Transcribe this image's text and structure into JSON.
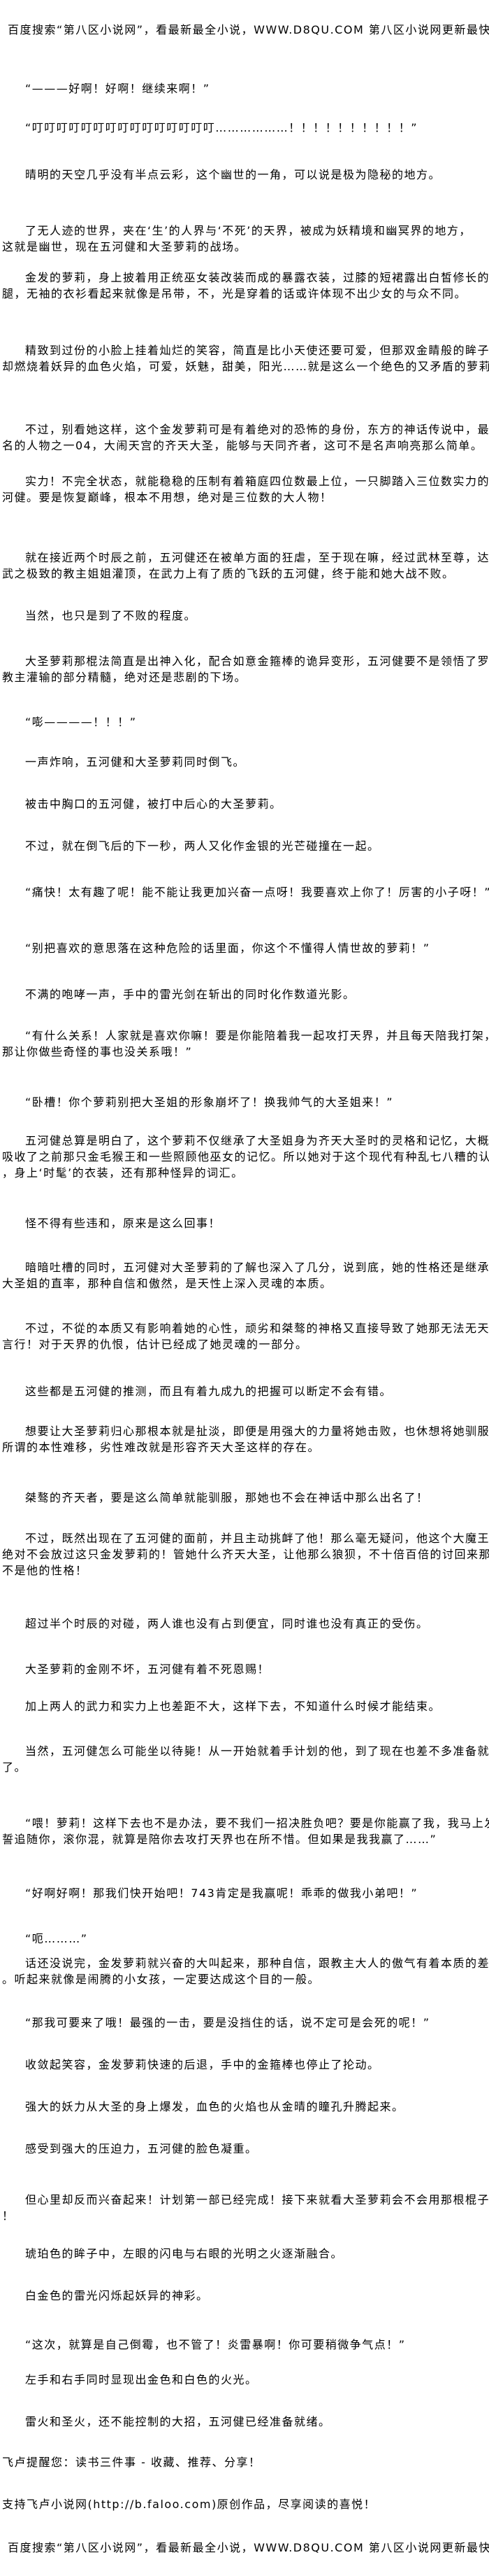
{
  "header": {
    "banner": "百度搜索“第八区小说网”，看最新最全小说，WWW.D8QU.COM  第八区小说网更新最快！"
  },
  "paragraphs": [
    [
      "“———好啊！好啊！继续来啊！”"
    ],
    [
      "“叮叮叮叮叮叮叮叮叮叮叮叮叮叮叮………………！！！！！！！！！！”"
    ],
    [
      "晴明的天空几乎没有半点云彩，这个幽世的一角，可以说是极为隐秘的地方。"
    ],
    [
      "了无人迹的世界，夹在‘生’的人界与‘不死’的天界，被成为妖精境和幽冥界的地方，",
      "这就是幽世，现在五河健和大圣萝莉的战场。"
    ],
    [
      "金发的萝莉，身上披着用正统巫女装改装而成的暴露衣装，过膝的短裙露出白皙修长的粉",
      "腿，无袖的衣衫看起来就像是吊带，不，光是穿着的话或许体现不出少女的与众不同。"
    ],
    [
      "精致到过份的小脸上挂着灿烂的笑容，简直是比小天使还要可爱，但那双金睛般的眸子中",
      "却燃烧着妖异的血色火焰，可爱，妖魅，甜美，阳光……就是这么一个绝色的又矛盾的萝莉。"
    ],
    [
      "不过，别看她这样，这个金发萝莉可是有着绝对的恐怖的身份，东方的神话传说中，最有",
      "名的人物之一04，大闹天宫的齐天大圣，能够与天同齐者，这可不是名声响亮那么简单。"
    ],
    [
      "实力！不完全状态，就能稳稳的压制有着箱庭四位数最上位，一只脚踏入三位数实力的五",
      "河健。要是恢复巅峰，根本不用想，绝对是三位数的大人物！"
    ],
    [
      "就在接近两个时辰之前，五河健还在被单方面的狂虐，至于现在嘛，经过武林至尊，达到",
      "武之极致的教主姐姐灌顶，在武力上有了质的飞跃的五河健，终于能和她大战不败。"
    ],
    [
      "当然，也只是到了不败的程度。"
    ],
    [
      "大圣萝莉那棍法简直是出神入化，配合如意金箍棒的诡异变形，五河健要不是领悟了罗濠",
      "教主灌输的部分精髓，绝对还是悲剧的下场。"
    ],
    [
      "“嘭————！！！”"
    ],
    [
      "一声炸响，五河健和大圣萝莉同时倒飞。"
    ],
    [
      "被击中胸口的五河健，被打中后心的大圣萝莉。"
    ],
    [
      "不过，就在倒飞后的下一秒，两人又化作金银的光芒碰撞在一起。"
    ],
    [
      "“痛快！太有趣了呢！能不能让我更加兴奋一点呀！我要喜欢上你了！厉害的小子呀！”"
    ],
    [
      "“别把喜欢的意思落在这种危险的话里面，你这个不懂得人情世故的萝莉！”"
    ],
    [
      "不满的咆哮一声，手中的雷光剑在斩出的同时化作数道光影。"
    ],
    [
      "“有什么关系！人家就是喜欢你嘛！要是你能陪着我一起攻打天界，并且每天陪我打架，",
      "那让你做些奇怪的事也没关系哦！”"
    ],
    [
      "“卧槽！你个萝莉别把大圣姐的形象崩坏了！换我帅气的大圣姐来！”"
    ],
    [
      "五河健总算是明白了，这个萝莉不仅继承了大圣姐身为齐天大圣时的灵格和记忆，大概也",
      "吸收了之前那只金毛猴王和一些照顾他巫女的记忆。所以她对于这个现代有种乱七八糟的认识",
      "，身上‘时髦’的衣装，还有那种怪异的词汇。"
    ],
    [
      "怪不得有些违和，原来是这么回事！"
    ],
    [
      "暗暗吐槽的同时，五河健对大圣萝莉的了解也深入了几分，说到底，她的性格还是继承了",
      "大圣姐的直率，那种自信和傲然，是天性上深入灵魂的本质。"
    ],
    [
      "不过，不從的本质又有影响着她的心性，顽劣和桀骜的神格又直接导致了她那无法无天的",
      "言行！对于天界的仇恨，估计已经成了她灵魂的一部分。"
    ],
    [
      "这些都是五河健的推测，而且有着九成九的把握可以断定不会有错。"
    ],
    [
      "想要让大圣萝莉归心那根本就是扯淡，即便是用强大的力量将她击败，也休想将她驯服，",
      "所谓的本性难移，劣性难改就是形容齐天大圣这样的存在。"
    ],
    [
      "桀骜的齐天者，要是这么简单就能驯服，那她也不会在神话中那么出名了！"
    ],
    [
      "不过，既然出现在了五河健的面前，并且主动挑衅了他！那么毫无疑问，他这个大魔王是",
      "绝对不会放过这只金发萝莉的！管她什么齐天大圣，让他那么狼狈，不十倍百倍的讨回来那可",
      "不是他的性格！"
    ],
    [
      "超过半个时辰的对碰，两人谁也没有占到便宜，同时谁也没有真正的受伤。"
    ],
    [
      "大圣萝莉的金刚不坏，五河健有着不死恩赐！"
    ],
    [
      "加上两人的武力和实力上也差距不大，这样下去，不知道什么时候才能结束。"
    ],
    [
      "当然，五河健怎么可能坐以待毙！从一开始就着手计划的他，到了现在也差不多准备就绪",
      "了。"
    ],
    [
      "“喂！萝莉！这样下去也不是办法，要不我们一招决胜负吧？要是你能赢了我，我马上发",
      "誓追随你，滚你混，就算是陪你去攻打天界也在所不惜。但如果是我我赢了……”"
    ],
    [
      "“好啊好啊！那我们快开始吧！743肯定是我赢呢！乖乖的做我小弟吧！”"
    ],
    [
      "“呃………”"
    ],
    [
      "话还没说完，金发萝莉就兴奋的大叫起来，那种自信，跟教主大人的傲气有着本质的差别",
      "。听起来就像是闹腾的小女孩，一定要达成这个目的一般。"
    ],
    [
      "“那我可要来了哦！最强的一击，要是没挡住的话，说不定可是会死的呢！”"
    ],
    [
      "收敛起笑容，金发萝莉快速的后退，手中的金箍棒也停止了抡动。"
    ],
    [
      "强大的妖力从大圣的身上爆发，血色的火焰也从金晴的瞳孔升腾起来。"
    ],
    [
      "感受到强大的压迫力，五河健的脸色凝重。"
    ],
    [
      "但心里却反而兴奋起来！计划第一部已经完成！接下来就看大圣萝莉会不会用那根棍子了",
      "！"
    ],
    [
      "琥珀色的眸子中，左眼的闪电与右眼的光明之火逐渐融合。"
    ],
    [
      "白金色的雷光闪烁起妖异的神彩。"
    ],
    [
      "“这次，就算是自己倒霉，也不管了！炎雷暴啊！你可要稍微争气点！”"
    ],
    [
      "左手和右手同时显现出金色和白色的火光。"
    ],
    [
      "雷火和圣火，还不能控制的大招，五河健已经准备就绪。"
    ]
  ],
  "footer": {
    "reminder": "飞卢提醒您：读书三件事 - 收藏、推荐、分享！",
    "support": "支持飞卢小说网(http://b.faloo.com)原创作品，尽享阅读的喜悦！",
    "banner": "百度搜索“第八区小说网”，看最新最全小说，WWW.D8QU.COM  第八区小说网更新最快！"
  }
}
